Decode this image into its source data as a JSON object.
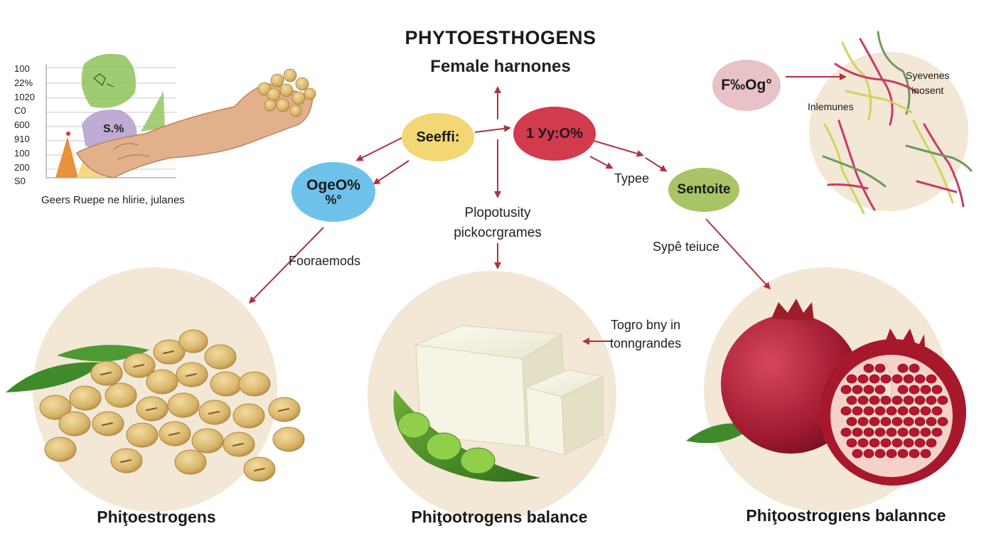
{
  "header": {
    "title": "PHYTOESTHOGENS",
    "subtitle": "Female harnones"
  },
  "nodes": {
    "seeffi": "Seeffi:",
    "center_red": "1 Уу:O%",
    "oge_line1": "OgeO%",
    "oge_line2": "%°",
    "sentoite": "Sentoite",
    "fog": "F‰Og°"
  },
  "labels": {
    "typee": "Typee",
    "plopotusity_line1": "Plopotusity",
    "plopotusity_line2": "pickocrgrames",
    "fooraemods": "Fooraemods",
    "sype_teiuce": "Sypê teiuce",
    "togro_line1": "Togro bny in",
    "togro_line2": "tonngrandes",
    "syevenes_line1": "Syevenes",
    "syevenes_line2": "inosent",
    "inlemunes": "Inlemunes"
  },
  "mini_chart": {
    "y_ticks": [
      "100",
      "22%",
      "1020",
      "C0",
      "600",
      "910",
      "100",
      "200",
      "S0"
    ],
    "badge": "S.%",
    "caption": "Geers Ruepe ne hlirie, julanes"
  },
  "captions": {
    "left": "Phiţoestrogens",
    "middle": "Phiţootrogens balance",
    "right": "Phiţoostrogıens balannce"
  },
  "colors": {
    "arrow": "#b0323f",
    "seeffi": "#f2d774",
    "center_red": "#d23a4e",
    "oge": "#6ec2ea",
    "sentoite": "#a9c464",
    "fog": "#e8c2c6",
    "circle_bg": "#f3e7d6"
  },
  "icons": [
    "soybean-icon",
    "tofu-icon",
    "edamame-pod-icon",
    "pomegranate-icon",
    "leaf-icon",
    "hand-icon",
    "molecule-strands-icon"
  ]
}
